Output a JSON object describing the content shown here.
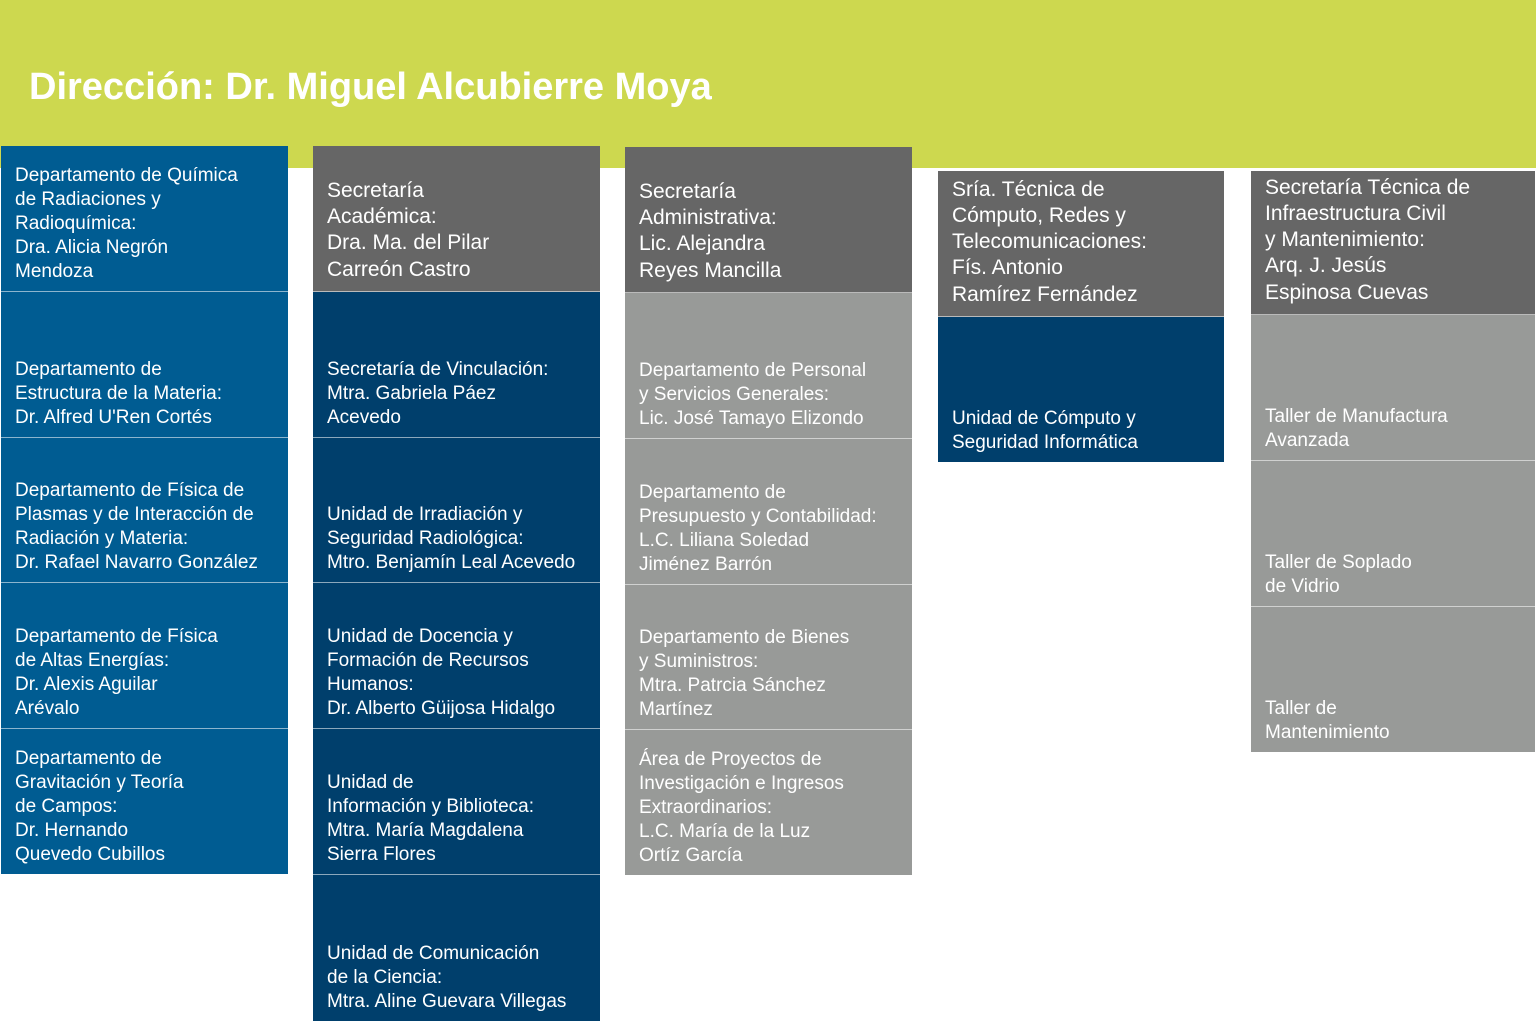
{
  "header": {
    "title": "Dirección: Dr. Miguel Alcubierre Moya"
  },
  "colors": {
    "header": "#cdd84f",
    "blue": "#005c92",
    "navy": "#003f6c",
    "dark_gray": "#666666",
    "light_gray": "#989a98"
  },
  "col1": [
    "Departamento de Química\nde Radiaciones y\nRadioquímica:\nDra. Alicia Negrón\nMendoza",
    "Departamento de\nEstructura de la Materia:\nDr. Alfred U'Ren Cortés",
    "Departamento de Física de\nPlasmas y de Interacción de\nRadiación y Materia:\nDr. Rafael Navarro González",
    "Departamento de Física\nde Altas Energías:\nDr. Alexis Aguilar\nArévalo",
    "Departamento de\nGravitación y Teoría\nde Campos:\nDr. Hernando\nQuevedo Cubillos"
  ],
  "col2": [
    "Secretaría\nAcadémica:\nDra. Ma. del Pilar\nCarreón Castro",
    "Secretaría de Vinculación:\nMtra. Gabriela Páez\nAcevedo",
    "Unidad de Irradiación y\nSeguridad Radiológica:\nMtro. Benjamín Leal Acevedo",
    "Unidad de Docencia y\nFormación de Recursos\nHumanos:\nDr. Alberto Güijosa Hidalgo",
    "Unidad de\nInformación y Biblioteca:\nMtra. María Magdalena\nSierra Flores",
    "Unidad de Comunicación\nde la Ciencia:\nMtra. Aline Guevara Villegas"
  ],
  "col3": [
    "Secretaría\nAdministrativa:\nLic. Alejandra\nReyes Mancilla",
    "Departamento de Personal\ny Servicios Generales:\nLic. José Tamayo Elizondo",
    "Departamento de\nPresupuesto y Contabilidad:\nL.C. Liliana Soledad\nJiménez Barrón",
    "Departamento de Bienes\ny Suministros:\nMtra. Patrcia Sánchez\nMartínez",
    "Área de Proyectos de\nInvestigación e Ingresos\nExtraordinarios:\nL.C. María de la Luz\nOrtíz García"
  ],
  "col4": [
    "Sría. Técnica de\nCómputo, Redes y\nTelecomunicaciones:\nFís. Antonio\nRamírez Fernández",
    "Unidad de Cómputo y\nSeguridad Informática"
  ],
  "col5": [
    "Secretaría Técnica de\nInfraestructura Civil\ny Mantenimiento:\nArq. J. Jesús\nEspinosa Cuevas",
    "Taller de Manufactura\nAvanzada",
    "Taller de Soplado\nde Vidrio",
    "Taller de\nMantenimiento"
  ]
}
